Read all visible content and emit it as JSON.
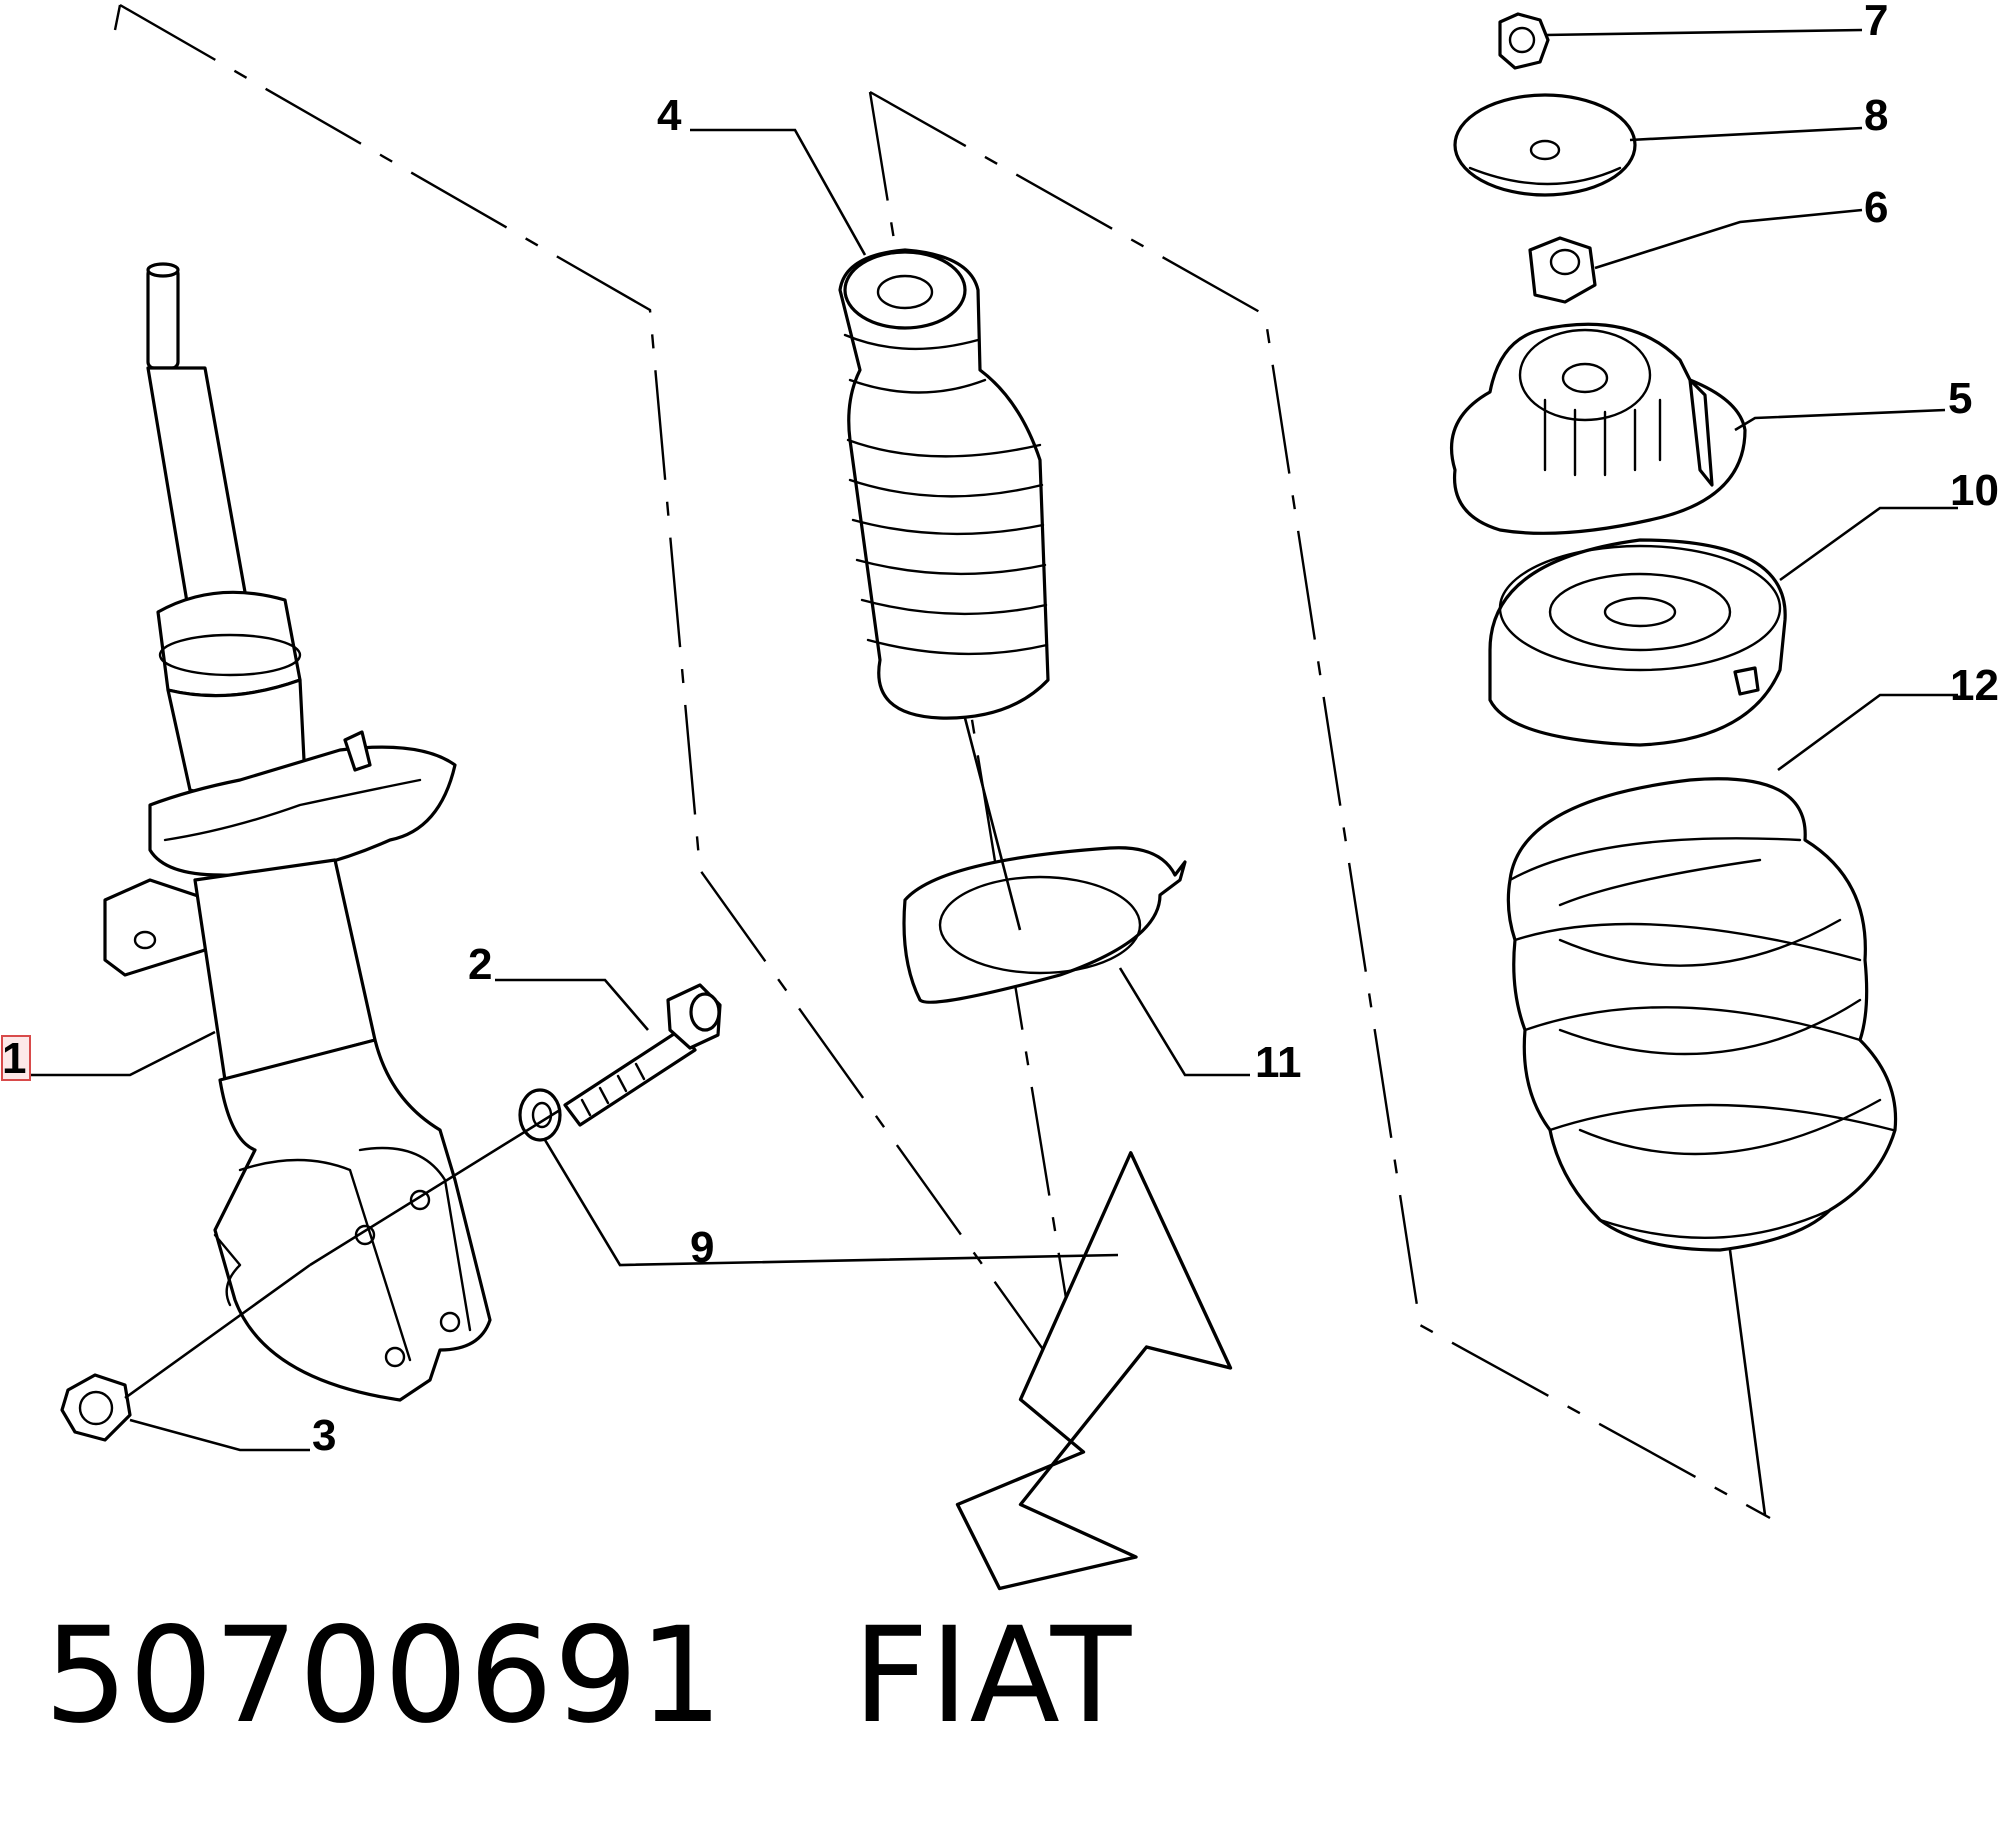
{
  "callouts": {
    "c1": "1",
    "c2": "2",
    "c3": "3",
    "c4": "4",
    "c5": "5",
    "c6": "6",
    "c7": "7",
    "c8": "8",
    "c9": "9",
    "c10": "10",
    "c11": "11",
    "c12": "12"
  },
  "caption": {
    "part_number": "50700691",
    "brand": "FIAT"
  },
  "colors": {
    "line": "#000000",
    "background": "#ffffff",
    "highlight": "#d84a4a"
  }
}
